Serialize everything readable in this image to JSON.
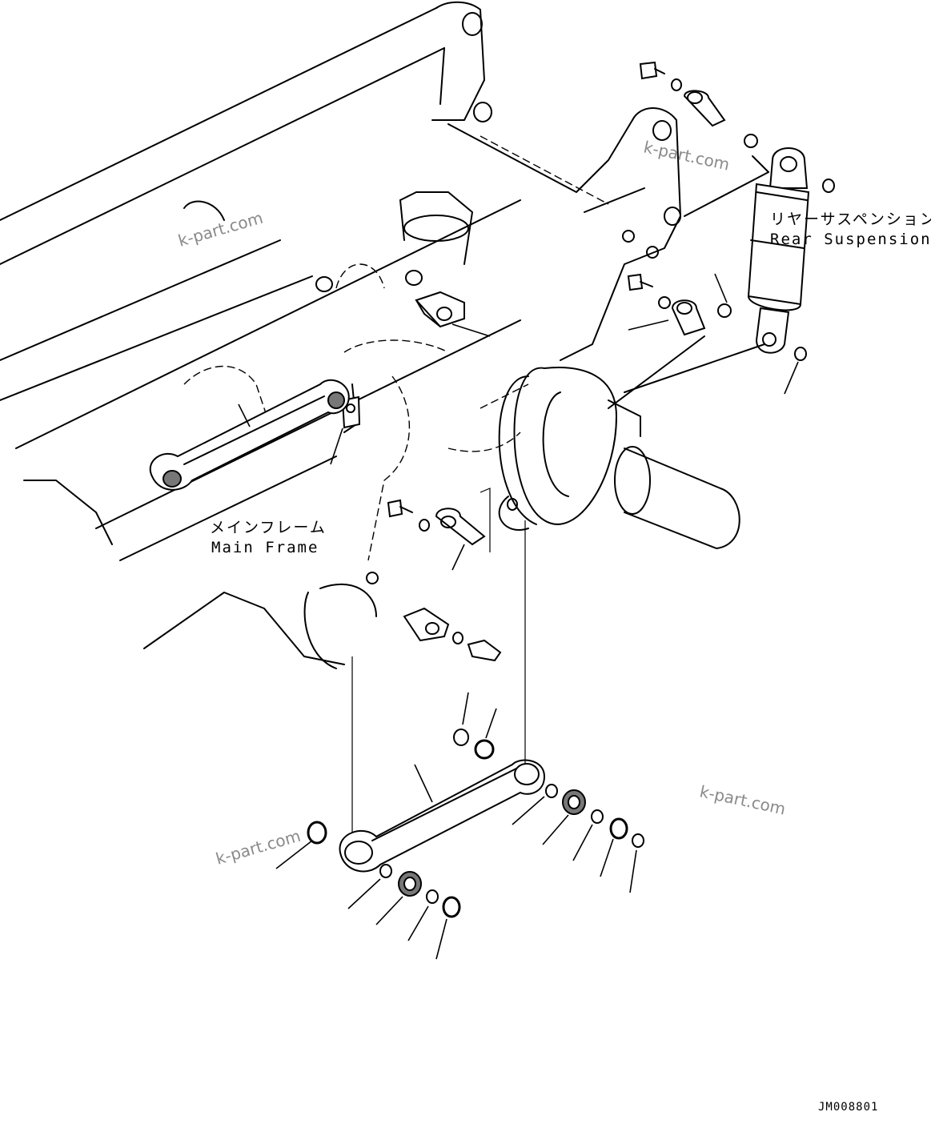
{
  "labels": {
    "rear_suspension_jp": "リヤーサスペンション",
    "rear_suspension_en": "Rear Suspension",
    "main_frame_jp": "メインフレーム",
    "main_frame_en": "Main Frame"
  },
  "watermarks": [
    "k-part.com",
    "k-part.com",
    "k-part.com",
    "k-part.com"
  ],
  "drawing_code": "JM008801"
}
